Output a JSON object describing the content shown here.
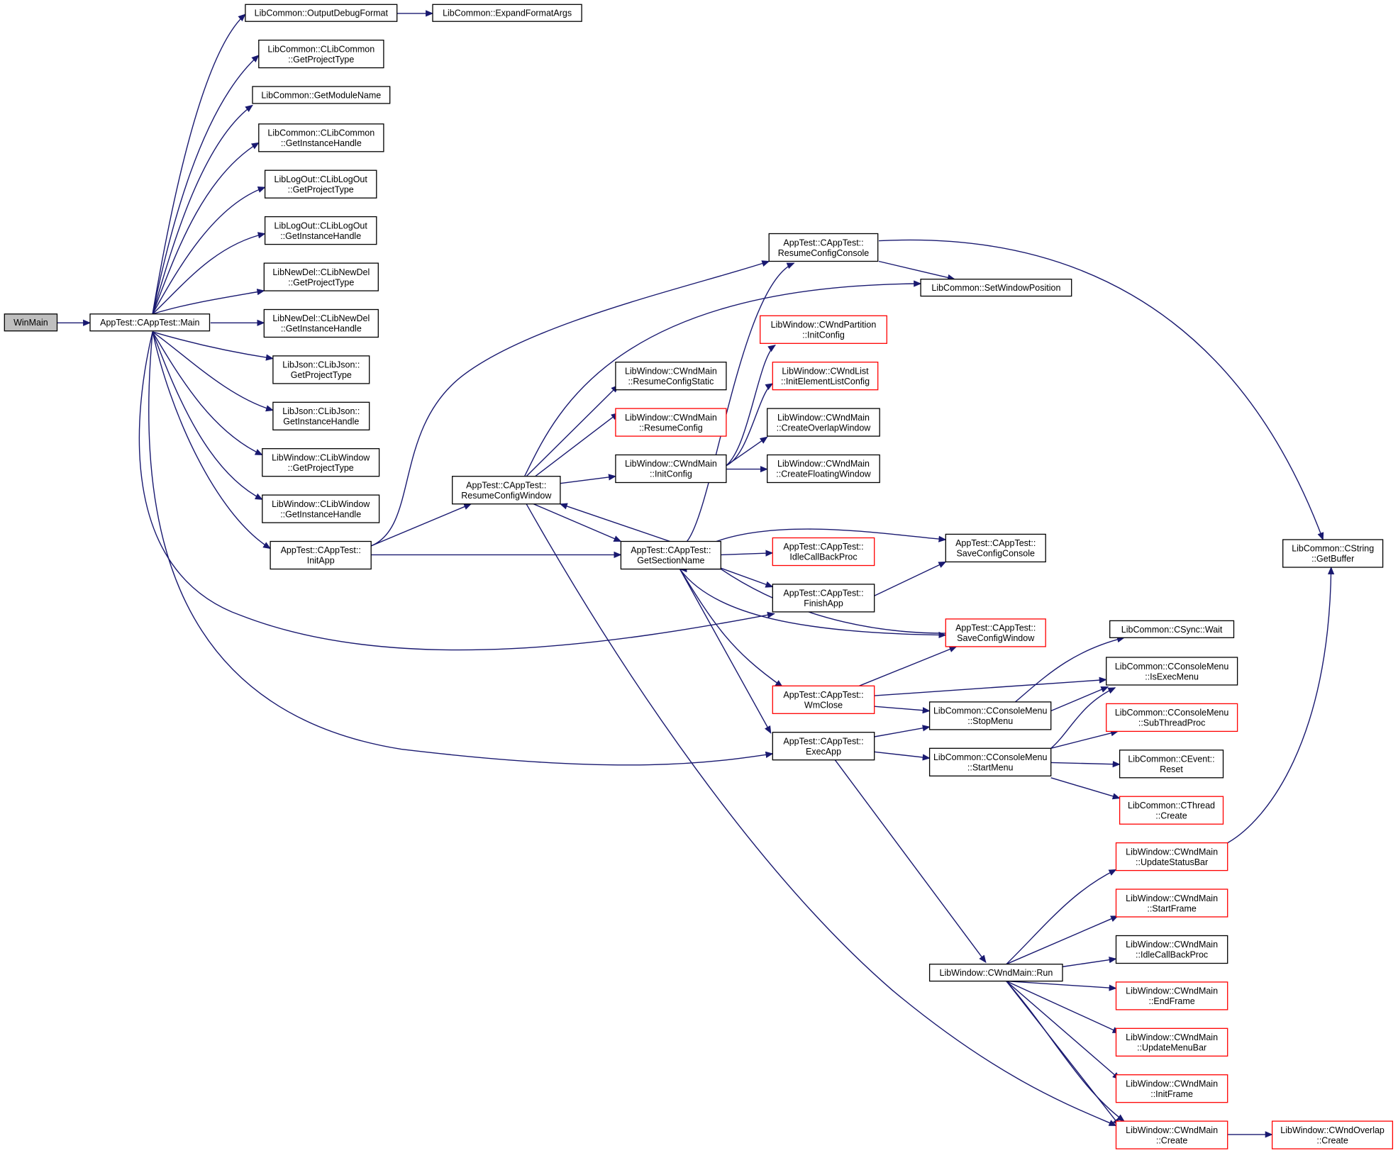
{
  "colors": {
    "edge": "#191970",
    "box_border": "#000000",
    "box_border_truncated": "#ff0000",
    "root_fill": "#bfbfbf",
    "box_fill": "#ffffff"
  },
  "nodes": [
    {
      "id": "winmain",
      "lines": [
        "WinMain"
      ],
      "root": true
    },
    {
      "id": "main",
      "lines": [
        "AppTest::CAppTest::Main"
      ]
    },
    {
      "id": "odf",
      "lines": [
        "LibCommon::OutputDebugFormat"
      ]
    },
    {
      "id": "efa",
      "lines": [
        "LibCommon::ExpandFormatArgs"
      ]
    },
    {
      "id": "cc_gpt",
      "lines": [
        "LibCommon::CLibCommon",
        "::GetProjectType"
      ]
    },
    {
      "id": "gmn",
      "lines": [
        "LibCommon::GetModuleName"
      ]
    },
    {
      "id": "cc_gih",
      "lines": [
        "LibCommon::CLibCommon",
        "::GetInstanceHandle"
      ]
    },
    {
      "id": "lo_gpt",
      "lines": [
        "LibLogOut::CLibLogOut",
        "::GetProjectType"
      ]
    },
    {
      "id": "lo_gih",
      "lines": [
        "LibLogOut::CLibLogOut",
        "::GetInstanceHandle"
      ]
    },
    {
      "id": "nd_gpt",
      "lines": [
        "LibNewDel::CLibNewDel",
        "::GetProjectType"
      ]
    },
    {
      "id": "nd_gih",
      "lines": [
        "LibNewDel::CLibNewDel",
        "::GetInstanceHandle"
      ]
    },
    {
      "id": "js_gpt",
      "lines": [
        "LibJson::CLibJson::",
        "GetProjectType"
      ]
    },
    {
      "id": "js_gih",
      "lines": [
        "LibJson::CLibJson::",
        "GetInstanceHandle"
      ]
    },
    {
      "id": "wn_gpt",
      "lines": [
        "LibWindow::CLibWindow",
        "::GetProjectType"
      ]
    },
    {
      "id": "wn_gih",
      "lines": [
        "LibWindow::CLibWindow",
        "::GetInstanceHandle"
      ]
    },
    {
      "id": "initapp",
      "lines": [
        "AppTest::CAppTest::",
        "InitApp"
      ]
    },
    {
      "id": "rcw",
      "lines": [
        "AppTest::CAppTest::",
        "ResumeConfigWindow"
      ]
    },
    {
      "id": "gsn",
      "lines": [
        "AppTest::CAppTest::",
        "GetSectionName"
      ]
    },
    {
      "id": "rcc",
      "lines": [
        "AppTest::CAppTest::",
        "ResumeConfigConsole"
      ]
    },
    {
      "id": "swp",
      "lines": [
        "LibCommon::SetWindowPosition"
      ]
    },
    {
      "id": "wp_ic",
      "lines": [
        "LibWindow::CWndPartition",
        "::InitConfig"
      ],
      "truncated": true
    },
    {
      "id": "wm_rcs",
      "lines": [
        "LibWindow::CWndMain",
        "::ResumeConfigStatic"
      ]
    },
    {
      "id": "wl_ielc",
      "lines": [
        "LibWindow::CWndList",
        "::InitElementListConfig"
      ],
      "truncated": true
    },
    {
      "id": "wm_rc",
      "lines": [
        "LibWindow::CWndMain",
        "::ResumeConfig"
      ],
      "truncated": true
    },
    {
      "id": "wm_cow",
      "lines": [
        "LibWindow::CWndMain",
        "::CreateOverlapWindow"
      ]
    },
    {
      "id": "wm_ic",
      "lines": [
        "LibWindow::CWndMain",
        "::InitConfig"
      ]
    },
    {
      "id": "wm_cfw",
      "lines": [
        "LibWindow::CWndMain",
        "::CreateFloatingWindow"
      ]
    },
    {
      "id": "scc",
      "lines": [
        "AppTest::CAppTest::",
        "SaveConfigConsole"
      ]
    },
    {
      "id": "icbp",
      "lines": [
        "AppTest::CAppTest::",
        "IdleCallBackProc"
      ],
      "truncated": true
    },
    {
      "id": "finish",
      "lines": [
        "AppTest::CAppTest::",
        "FinishApp"
      ]
    },
    {
      "id": "scw",
      "lines": [
        "AppTest::CAppTest::",
        "SaveConfigWindow"
      ],
      "truncated": true
    },
    {
      "id": "sync_wait",
      "lines": [
        "LibCommon::CSync::Wait"
      ]
    },
    {
      "id": "cm_iem",
      "lines": [
        "LibCommon::CConsoleMenu",
        "::IsExecMenu"
      ]
    },
    {
      "id": "wmclose",
      "lines": [
        "AppTest::CAppTest::",
        "WmClose"
      ],
      "truncated": true
    },
    {
      "id": "cm_stop",
      "lines": [
        "LibCommon::CConsoleMenu",
        "::StopMenu"
      ]
    },
    {
      "id": "cm_stp",
      "lines": [
        "LibCommon::CConsoleMenu",
        "::SubThreadProc"
      ],
      "truncated": true
    },
    {
      "id": "execapp",
      "lines": [
        "AppTest::CAppTest::",
        "ExecApp"
      ]
    },
    {
      "id": "cm_start",
      "lines": [
        "LibCommon::CConsoleMenu",
        "::StartMenu"
      ]
    },
    {
      "id": "ev_reset",
      "lines": [
        "LibCommon::CEvent::",
        "Reset"
      ]
    },
    {
      "id": "th_create",
      "lines": [
        "LibCommon::CThread",
        "::Create"
      ],
      "truncated": true
    },
    {
      "id": "str_gb",
      "lines": [
        "LibCommon::CString",
        "::GetBuffer"
      ]
    },
    {
      "id": "wm_usb",
      "lines": [
        "LibWindow::CWndMain",
        "::UpdateStatusBar"
      ],
      "truncated": true
    },
    {
      "id": "wm_sf",
      "lines": [
        "LibWindow::CWndMain",
        "::StartFrame"
      ],
      "truncated": true
    },
    {
      "id": "wm_run",
      "lines": [
        "LibWindow::CWndMain::Run"
      ]
    },
    {
      "id": "wm_icbp",
      "lines": [
        "LibWindow::CWndMain",
        "::IdleCallBackProc"
      ]
    },
    {
      "id": "wm_ef",
      "lines": [
        "LibWindow::CWndMain",
        "::EndFrame"
      ],
      "truncated": true
    },
    {
      "id": "wm_umb",
      "lines": [
        "LibWindow::CWndMain",
        "::UpdateMenuBar"
      ],
      "truncated": true
    },
    {
      "id": "wm_if",
      "lines": [
        "LibWindow::CWndMain",
        "::InitFrame"
      ],
      "truncated": true
    },
    {
      "id": "wm_create",
      "lines": [
        "LibWindow::CWndMain",
        "::Create"
      ],
      "truncated": true
    },
    {
      "id": "wo_create",
      "lines": [
        "LibWindow::CWndOverlap",
        "::Create"
      ],
      "truncated": true
    }
  ]
}
